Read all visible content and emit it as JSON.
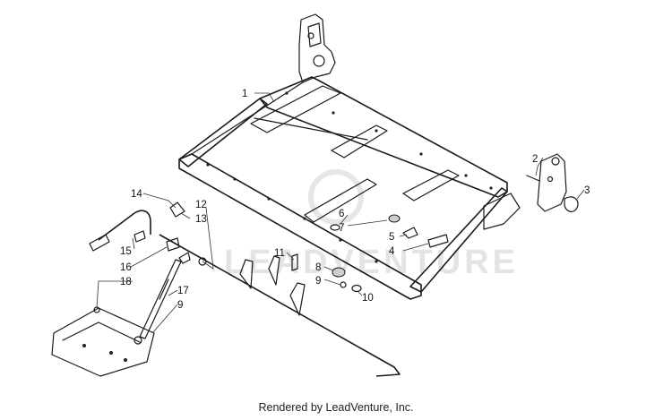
{
  "diagram": {
    "callouts": [
      "1",
      "2",
      "3",
      "4",
      "5",
      "6",
      "7",
      "8",
      "9",
      "10",
      "11",
      "12",
      "13",
      "14",
      "15",
      "16",
      "17",
      "18",
      "9"
    ],
    "watermark_text": "LEADVENTURE",
    "credit": "Rendered by LeadVenture, Inc."
  }
}
